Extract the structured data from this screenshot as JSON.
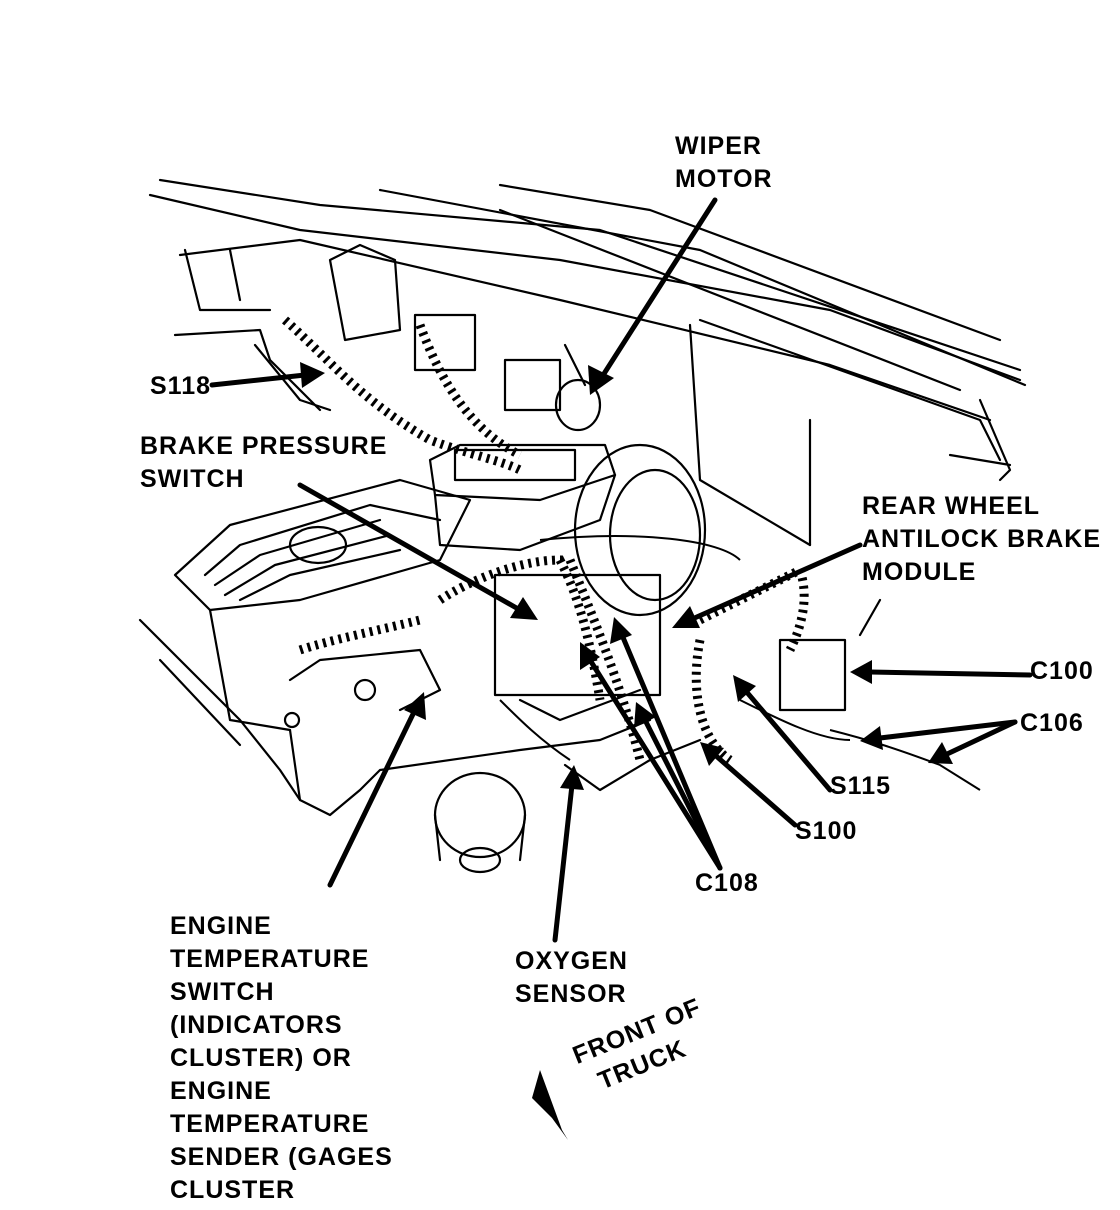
{
  "labels": {
    "wiper_motor": [
      "WIPER",
      "MOTOR"
    ],
    "s118": "S118",
    "brake_pressure_switch": [
      "BRAKE PRESSURE",
      "SWITCH"
    ],
    "rwal_module": [
      "REAR WHEEL",
      "ANTILOCK BRAKE",
      "MODULE"
    ],
    "c100": "C100",
    "c106": "C106",
    "s115": "S115",
    "s100": "S100",
    "c108": "C108",
    "oxygen_sensor": [
      "OXYGEN",
      "SENSOR"
    ],
    "engine_temp": [
      "ENGINE",
      "TEMPERATURE",
      "SWITCH",
      "(INDICATORS",
      "CLUSTER) OR",
      "ENGINE",
      "TEMPERATURE",
      "SENDER (GAGES",
      "CLUSTER"
    ],
    "front_of_truck": [
      "FRONT OF",
      "TRUCK"
    ]
  },
  "colors": {
    "ink": "#000000",
    "paper": "#ffffff"
  }
}
